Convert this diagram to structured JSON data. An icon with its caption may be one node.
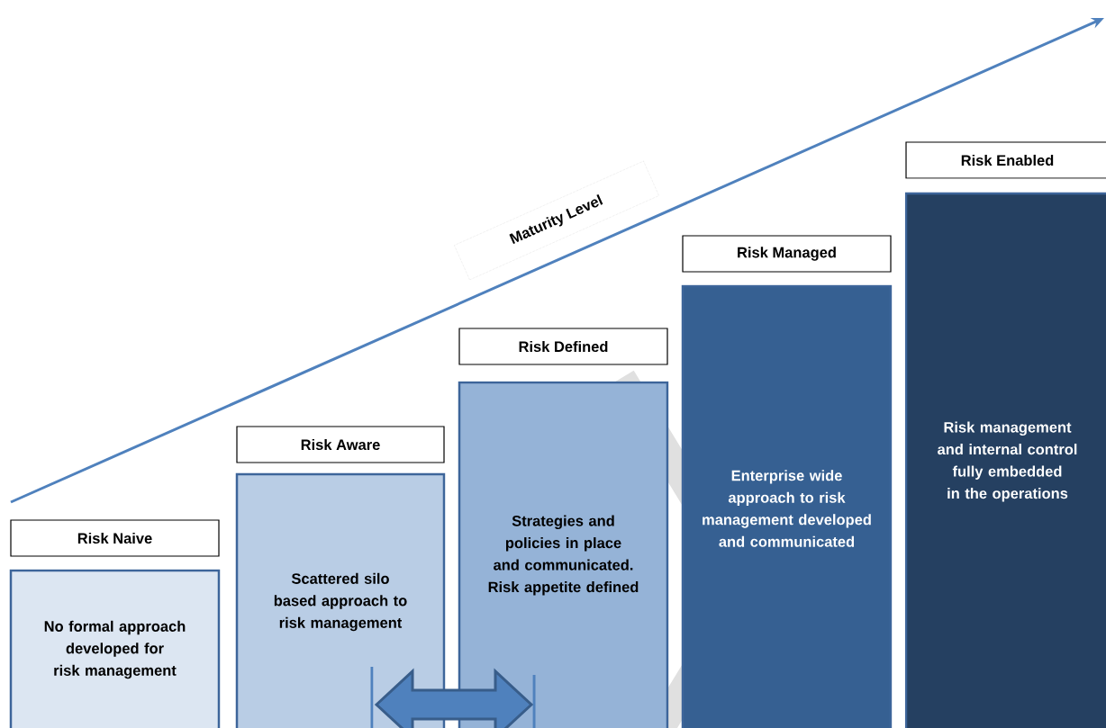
{
  "diagram": {
    "nodes": [
      {
        "text": [
          "Risk Naive"
        ]
      },
      {
        "text": [
          "No formal approach developed for risk management"
        ]
      },
      {
        "text": [
          "Risk Aware"
        ]
      },
      {
        "text": [
          "Scattered silo based approach to risk management"
        ]
      },
      {
        "text": [
          "Risk Defined"
        ]
      },
      {
        "text": [
          "Strategies and policies in place and communicated. Risk appetite defined"
        ]
      },
      {
        "text": [
          "Risk Managed"
        ]
      },
      {
        "text": [
          "Enterprise wide approach to risk management developed and communicated"
        ]
      },
      {
        "text": [
          "Risk Enabled"
        ]
      },
      {
        "text": [
          "Risk management and internal control fully embedded in the operations"
        ]
      }
    ],
    "edges": [
      {
        "from": 3,
        "to": 5,
        "arrow": "both",
        "style": "thick"
      }
    ],
    "labels": [
      "Maturity Level"
    ]
  }
}
